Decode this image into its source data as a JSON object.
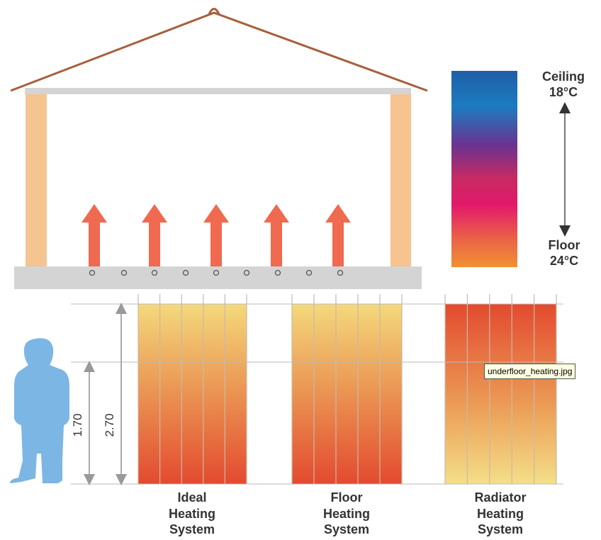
{
  "scale": {
    "top_label": "Ceiling",
    "top_temp": "18°C",
    "bottom_label": "Floor",
    "bottom_temp": "24°C"
  },
  "dimensions": {
    "person_height": "1.70",
    "room_height": "2.70"
  },
  "columns": [
    {
      "line1": "Ideal",
      "line2": "Heating",
      "line3": "System"
    },
    {
      "line1": "Floor",
      "line2": "Heating",
      "line3": "System"
    },
    {
      "line1": "Radiator",
      "line2": "Heating",
      "line3": "System"
    }
  ],
  "tooltip": "underfloor_heating.jpg",
  "colors": {
    "roof": "#a6603c",
    "wall": "#f5c490",
    "slab": "#d4d4d4",
    "arrow": "#ef6a50",
    "person": "#7cb6e4",
    "warm_top": "#f4d97c",
    "warm_bottom": "#e34a2f"
  }
}
